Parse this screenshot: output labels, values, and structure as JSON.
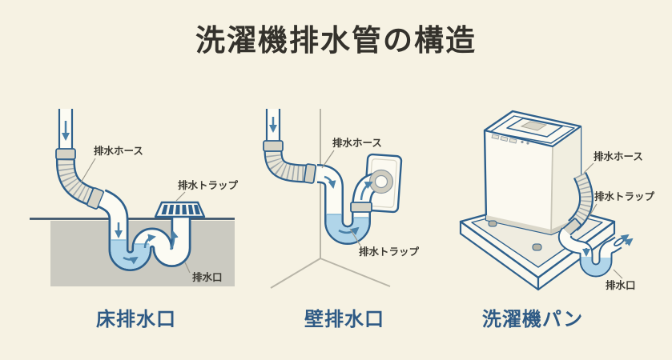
{
  "title": "洗濯機排水管の構造",
  "panels": [
    {
      "id": "floor-drain",
      "caption": "床排水口",
      "labels": {
        "hose": "排水ホース",
        "trap": "排水トラップ",
        "outlet": "排水口"
      }
    },
    {
      "id": "wall-drain",
      "caption": "壁排水口",
      "labels": {
        "hose": "排水ホース",
        "trap": "排水トラップ"
      }
    },
    {
      "id": "machine-pan",
      "caption": "洗濯機パン",
      "labels": {
        "hose": "排水ホース",
        "trap": "排水トラップ",
        "outlet": "排水口"
      }
    }
  ],
  "colors": {
    "background": "#f6f2e3",
    "outline_blue": "#2e608c",
    "water_blue": "#b0d5e9",
    "arrow_blue": "#4a81a8",
    "ground_gray": "#cbcac1",
    "caption_blue": "#2e5a85",
    "title_ink": "#34322c"
  }
}
